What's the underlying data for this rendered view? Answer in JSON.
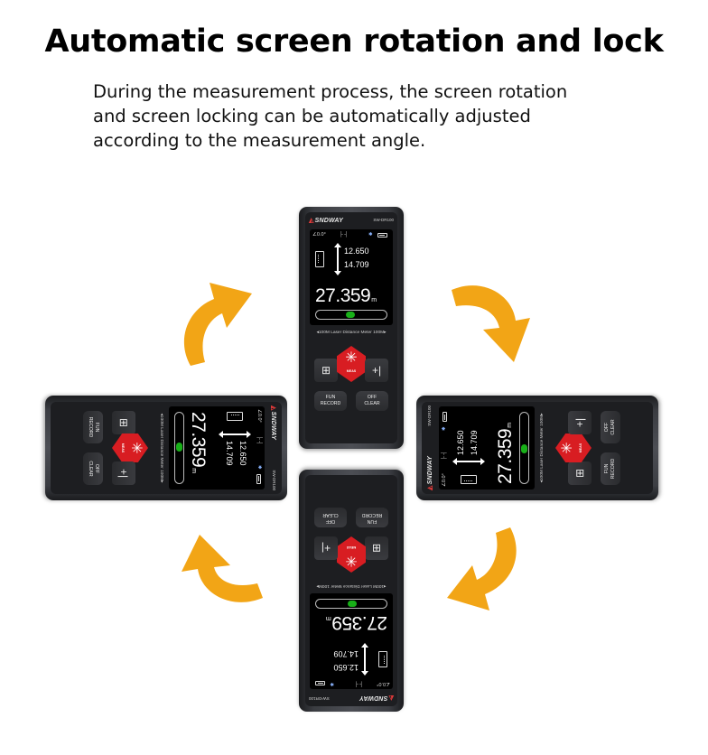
{
  "header": {
    "title": "Automatic screen rotation and lock",
    "description_lines": [
      "During the measurement process, the screen rotation",
      "and screen locking can be automatically adjusted",
      "according to the measurement angle."
    ]
  },
  "device": {
    "brand": "SNDWAY",
    "model": "SW-DR100",
    "angle": "∠0.0°",
    "value_1": "12.650",
    "value_2": "14.709",
    "main_value": "27.359",
    "unit": "m",
    "caption": "◂100M Laser Distance Meter 100M▸",
    "meas_label": "MEAS",
    "plus_minus": "+|",
    "fun_record": [
      "FUN",
      "RECORD"
    ],
    "off_clear": [
      "OFF",
      "CLEAR"
    ]
  },
  "colors": {
    "arrow": "#f2a516",
    "meas_button": "#d81d22",
    "indicator": "#18b018"
  },
  "icons": [
    "rotate-arrow-icon",
    "laser-star-icon",
    "bluetooth-icon",
    "battery-icon"
  ]
}
